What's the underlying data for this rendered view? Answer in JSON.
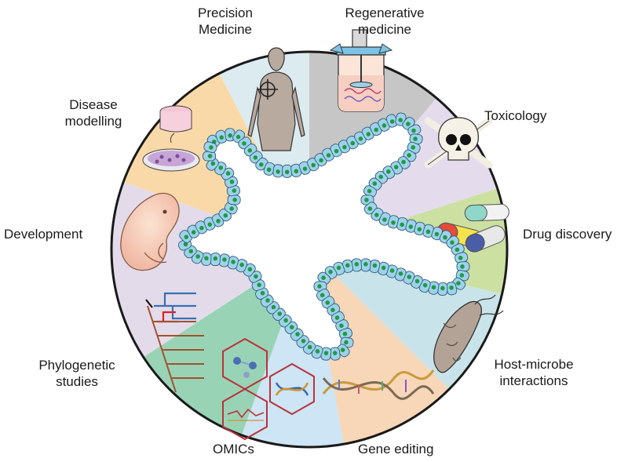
{
  "segments": [
    {
      "id": "precision-medicine",
      "lines": [
        "Precision",
        "Medicine"
      ],
      "color": "#dcebf0",
      "icon": "human-body-icon"
    },
    {
      "id": "regenerative-medicine",
      "lines": [
        "Regenerative",
        "medicine"
      ],
      "color": "#c6c6c6",
      "icon": "bioreactor-icon"
    },
    {
      "id": "toxicology",
      "lines": [
        "Toxicology"
      ],
      "color": "#e4dced",
      "icon": "skull-crossbones-icon"
    },
    {
      "id": "drug-discovery",
      "lines": [
        "Drug discovery"
      ],
      "color": "#cce0a2",
      "icon": "capsules-icon"
    },
    {
      "id": "host-microbe-interactions",
      "lines": [
        "Host-microbe",
        "interactions"
      ],
      "color": "#c9e3ea",
      "icon": "bacterium-icon"
    },
    {
      "id": "gene-editing",
      "lines": [
        "Gene editing"
      ],
      "color": "#f8d6b8",
      "icon": "dna-helix-icon"
    },
    {
      "id": "omics",
      "lines": [
        "OMICs"
      ],
      "color": "#cde5f4",
      "icon": "hexagon-omics-icon"
    },
    {
      "id": "phylogenetic-studies",
      "lines": [
        "Phylogenetic",
        "studies"
      ],
      "color": "#99d3b6",
      "icon": "phylogenetic-tree-icon"
    },
    {
      "id": "development",
      "lines": [
        "Development"
      ],
      "color": "#e3dbea",
      "icon": "embryo-icon"
    },
    {
      "id": "disease-modelling",
      "lines": [
        "Disease",
        "modelling"
      ],
      "color": "#fad9a8",
      "icon": "petri-dish-icon"
    }
  ],
  "center": {
    "icon": "organoid-epithelium-icon",
    "cell_color": "#9fd2ea",
    "nucleus_color": "#1f9a46"
  }
}
